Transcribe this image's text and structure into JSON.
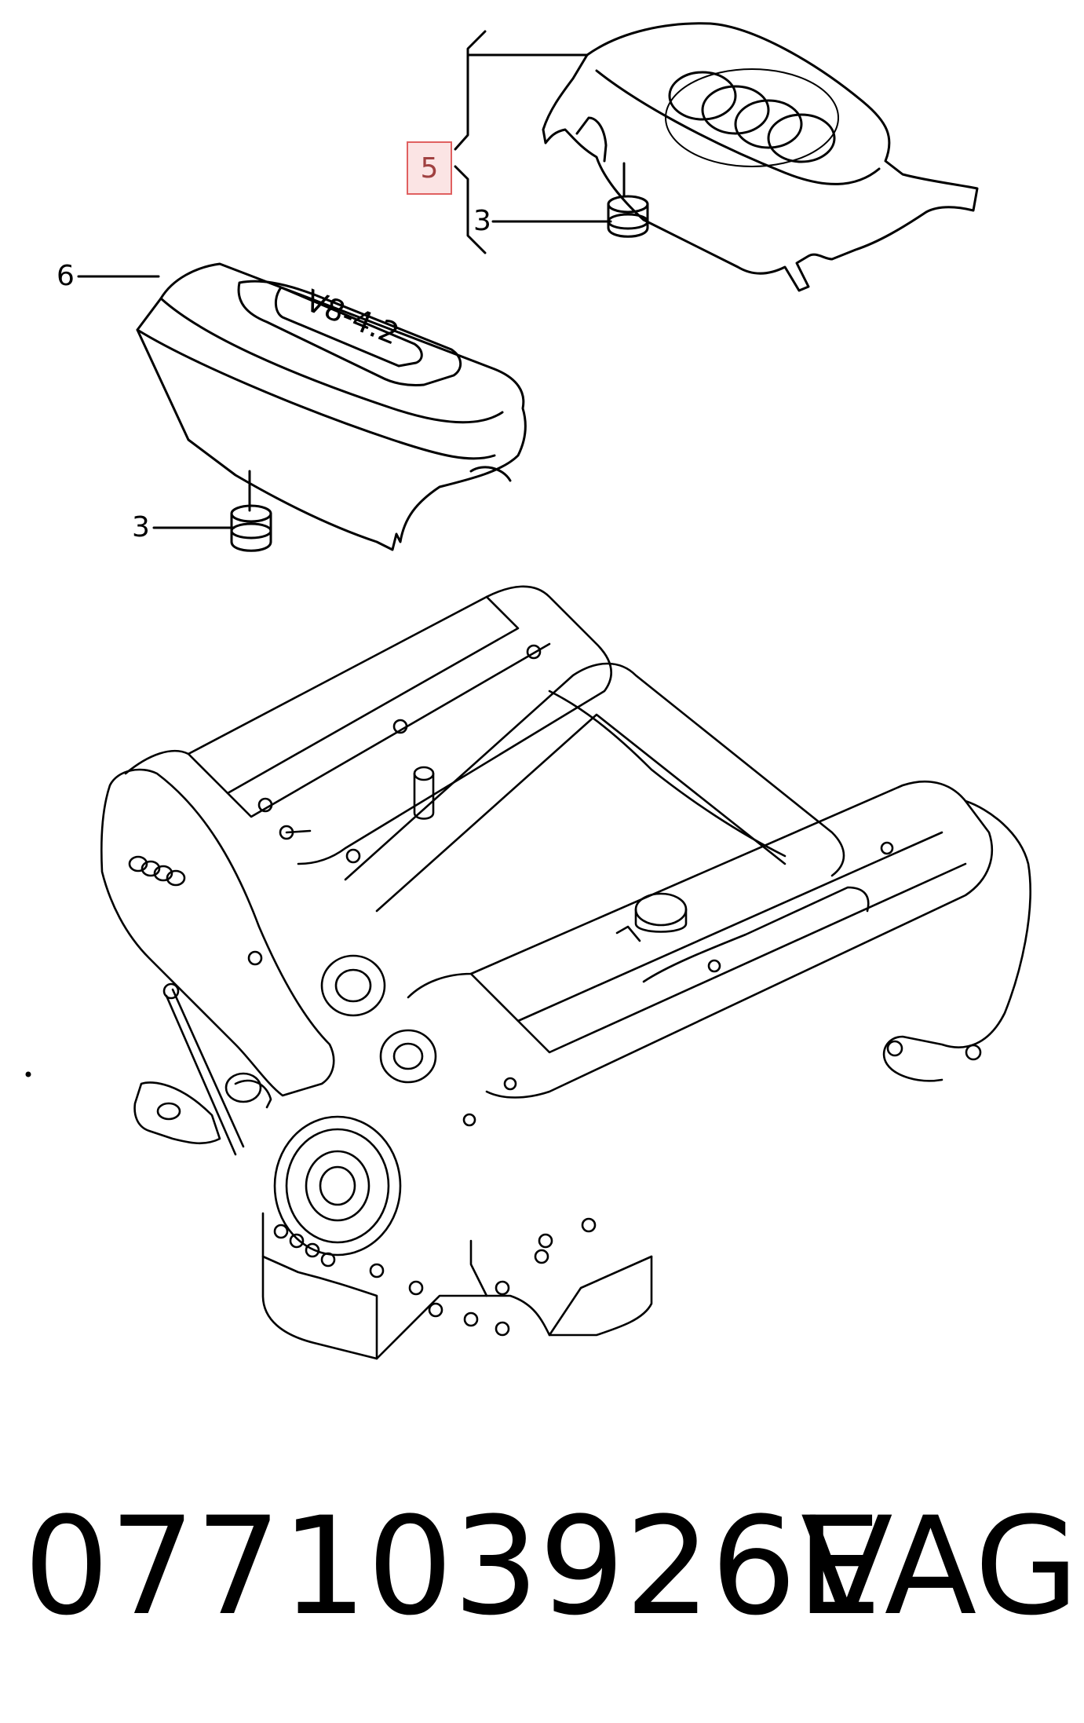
{
  "callouts": {
    "part_5": "5",
    "part_3_upper": "3",
    "part_6": "6",
    "part_3_lower": "3"
  },
  "cover_labels": {
    "v8_badge": "V8-4.2"
  },
  "footer": {
    "part_number": "077103926E",
    "brand": "VAG"
  },
  "colors": {
    "line": "#000000",
    "highlight_fill": "#fbe4e4",
    "highlight_border": "#e06060",
    "highlight_text": "#a04040"
  },
  "icons": {
    "logo": "four-rings-logo"
  }
}
